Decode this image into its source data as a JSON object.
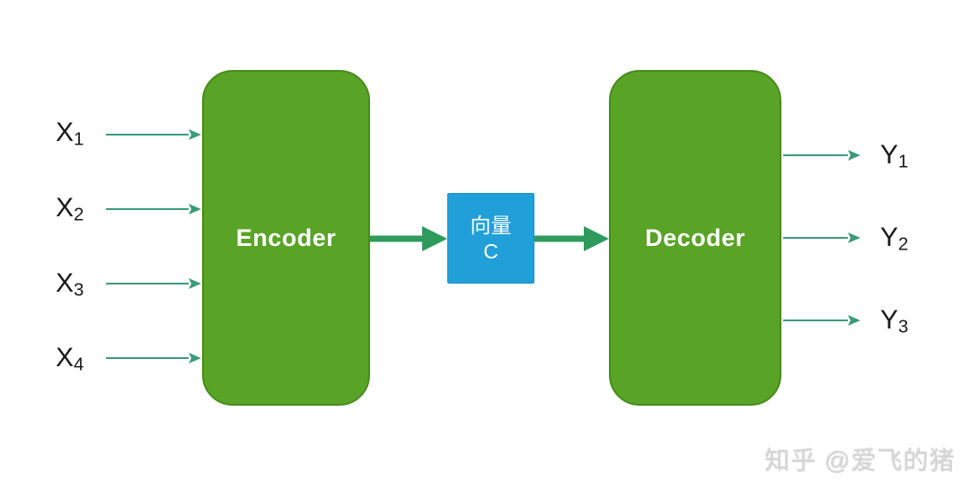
{
  "diagram": {
    "title_semantic": "encoder-decoder-seq2seq-diagram",
    "encoder": {
      "label": "Encoder"
    },
    "decoder": {
      "label": "Decoder"
    },
    "context_vector": {
      "line1": "向量",
      "line2": "C"
    },
    "inputs": [
      {
        "base": "X",
        "sub": "1"
      },
      {
        "base": "X",
        "sub": "2"
      },
      {
        "base": "X",
        "sub": "3"
      },
      {
        "base": "X",
        "sub": "4"
      }
    ],
    "outputs": [
      {
        "base": "Y",
        "sub": "1"
      },
      {
        "base": "Y",
        "sub": "2"
      },
      {
        "base": "Y",
        "sub": "3"
      }
    ]
  },
  "watermark": {
    "text": "知乎 @爱飞的猪"
  },
  "colors": {
    "box-green": "#59a326",
    "box-green-border": "#478c1d",
    "thick-arrow-green": "#2e9b5c",
    "thin-arrow-teal": "#3a9c78",
    "context-blue": "#219fd9",
    "label-black": "#1a1a1a",
    "watermark-gray": "#d6d6d6"
  }
}
